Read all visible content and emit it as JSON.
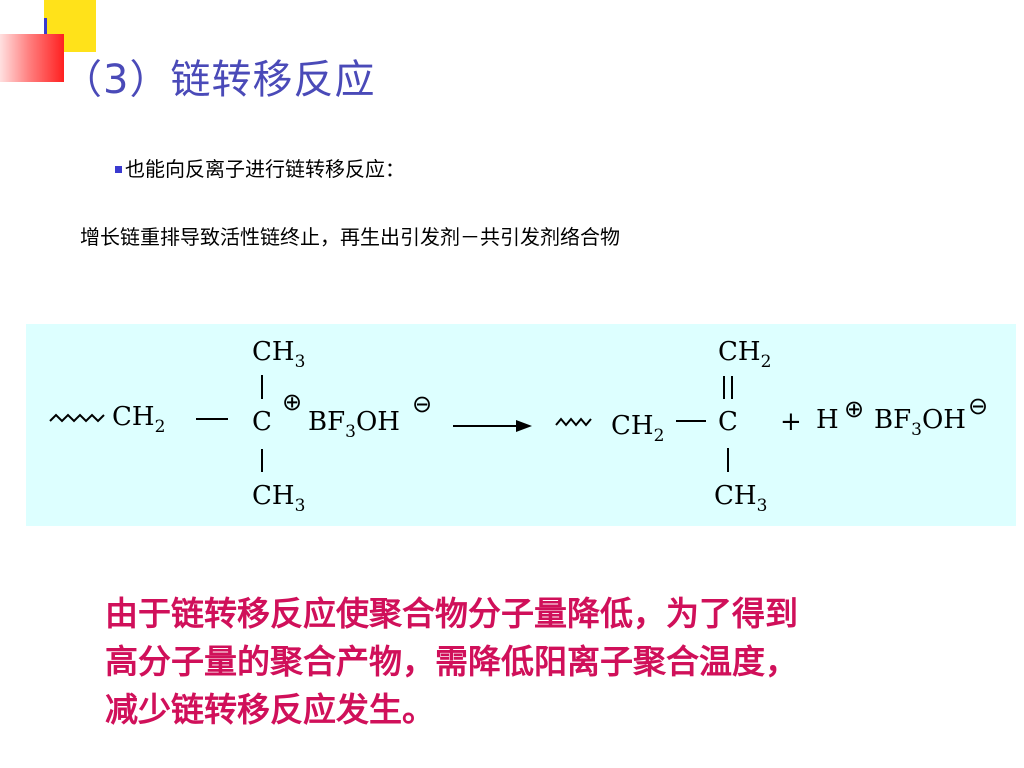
{
  "slide": {
    "title": "（3）链转移反应",
    "bullet": "也能向反离子进行链转移反应：",
    "description": "增长链重排导致活性链终止，再生出引发剂－共引发剂络合物",
    "conclusion_lines": [
      "由于链转移反应使聚合物分子量降低，为了得到",
      "高分子量的聚合产物，需降低阳离子聚合温度，",
      "减少链转移反应发生。"
    ]
  },
  "reaction": {
    "reactant": {
      "ch2_left": "CH",
      "ch2_left_sub": "2",
      "carbon": "C",
      "ch3_top": "CH",
      "ch3_top_sub": "3",
      "ch3_bottom": "CH",
      "ch3_bottom_sub": "3",
      "counter_ion_a": "BF",
      "counter_ion_sub": "3",
      "counter_ion_b": "OH",
      "positive_charge": "⊕",
      "negative_charge": "⊖"
    },
    "product": {
      "ch2_left": "CH",
      "ch2_left_sub": "2",
      "carbon": "C",
      "ch2_top": "CH",
      "ch2_top_sub": "2",
      "ch3_bottom": "CH",
      "ch3_bottom_sub": "3",
      "plus": "+",
      "hydrogen": "H",
      "acid_a": "BF",
      "acid_sub": "3",
      "acid_b": "OH",
      "positive_charge": "⊕",
      "negative_charge": "⊖"
    }
  },
  "colors": {
    "title": "#4a4ab8",
    "panel_bg": "#ddffff",
    "conclusion": "#d0105a",
    "bullet": "#3a3ad0",
    "deco_yellow": "#ffe21a",
    "deco_red": "#ff2020"
  }
}
